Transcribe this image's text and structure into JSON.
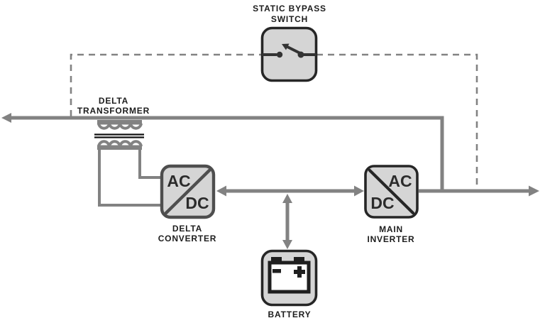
{
  "colors": {
    "wire": "#828282",
    "box_fill": "#d5d5d5",
    "border_dark": "#262626",
    "border_mid": "#4e4e4e",
    "text": "#1c1c1c",
    "icon": "#1f1f1f",
    "background": "#ffffff"
  },
  "diagram": {
    "static_bypass_switch": {
      "label_line1": "STATIC BYPASS",
      "label_line2": "SWITCH"
    },
    "delta_transformer": {
      "label_line1": "DELTA",
      "label_line2": "TRANSFORMER"
    },
    "delta_converter": {
      "label_line1": "DELTA",
      "label_line2": "CONVERTER",
      "ac": "AC",
      "dc": "DC"
    },
    "main_inverter": {
      "label_line1": "MAIN",
      "label_line2": "INVERTER",
      "ac": "AC",
      "dc": "DC"
    },
    "battery": {
      "label": "BATTERY"
    }
  }
}
